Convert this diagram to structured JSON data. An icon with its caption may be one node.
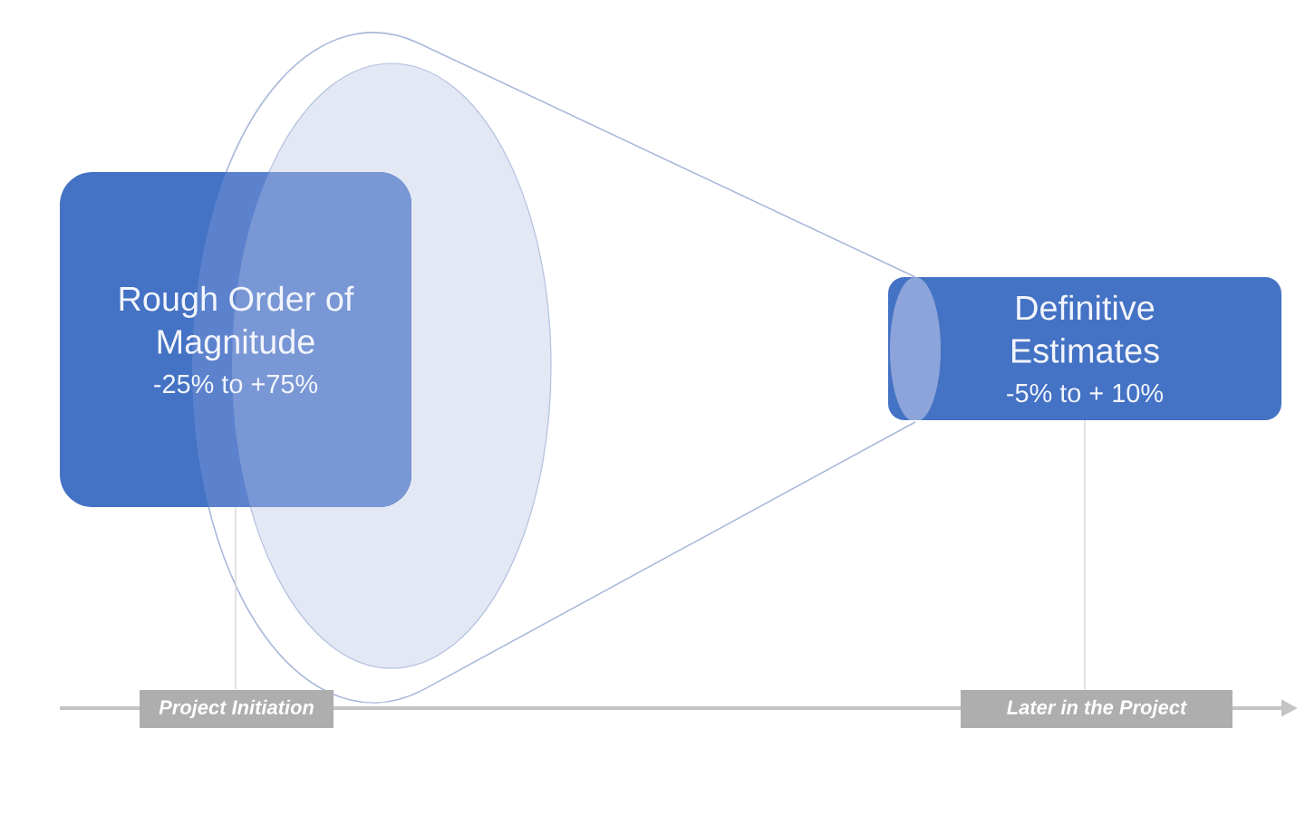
{
  "diagram": {
    "nodes": [
      {
        "text": [
          "Rough Order of Magnitude",
          "-25% to +75%"
        ]
      },
      {
        "text": [
          "Definitive Estimates",
          "-5% to + 10%"
        ]
      },
      {
        "text": [
          "Project Initiation"
        ]
      },
      {
        "text": [
          "Later in the Project"
        ]
      }
    ],
    "edges": [
      {
        "from": 0,
        "to": 2,
        "arrow": "none"
      },
      {
        "from": 1,
        "to": 3,
        "arrow": "none"
      }
    ]
  }
}
